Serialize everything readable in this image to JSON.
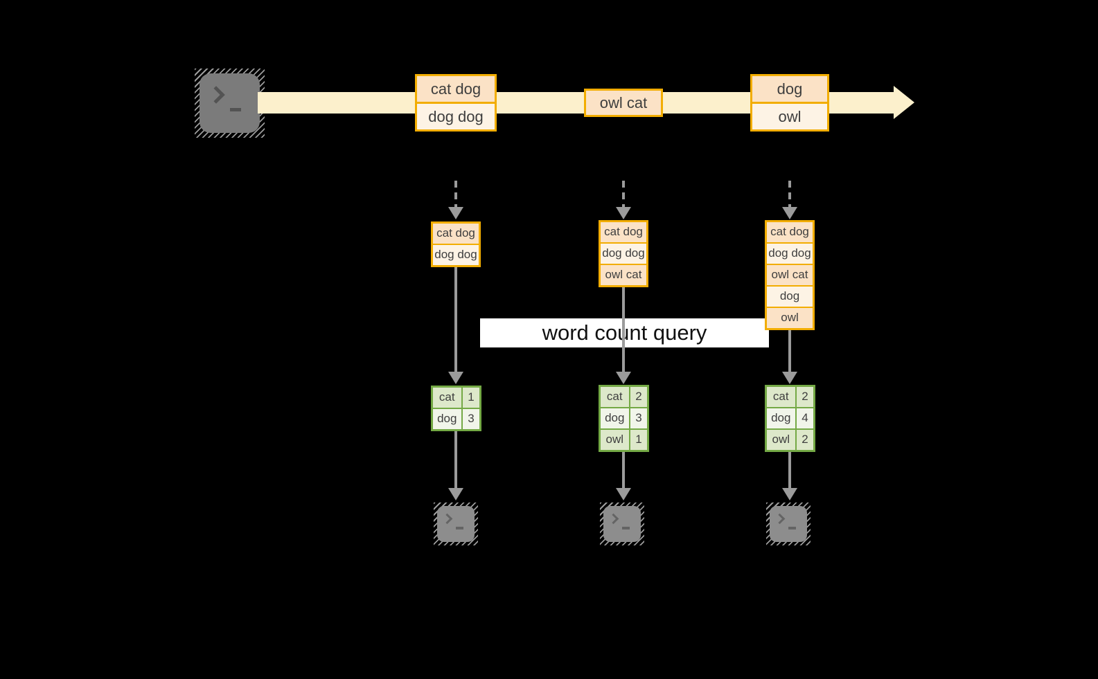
{
  "query_label": "word count query",
  "stream": {
    "source_icon": "terminal-icon",
    "events": [
      {
        "lines": [
          "cat dog",
          "dog dog"
        ]
      },
      {
        "lines": [
          "owl cat"
        ]
      },
      {
        "lines": [
          "dog",
          "owl"
        ]
      }
    ]
  },
  "columns": [
    {
      "buffer": [
        "cat dog",
        "dog dog"
      ],
      "counts": [
        {
          "word": "cat",
          "count": "1"
        },
        {
          "word": "dog",
          "count": "3"
        }
      ],
      "sink_icon": "terminal-icon"
    },
    {
      "buffer": [
        "cat dog",
        "dog dog",
        "owl cat"
      ],
      "counts": [
        {
          "word": "cat",
          "count": "2"
        },
        {
          "word": "dog",
          "count": "3"
        },
        {
          "word": "owl",
          "count": "1"
        }
      ],
      "sink_icon": "terminal-icon"
    },
    {
      "buffer": [
        "cat dog",
        "dog dog",
        "owl cat",
        "dog",
        "owl"
      ],
      "counts": [
        {
          "word": "cat",
          "count": "2"
        },
        {
          "word": "dog",
          "count": "4"
        },
        {
          "word": "owl",
          "count": "2"
        }
      ],
      "sink_icon": "terminal-icon"
    }
  ],
  "colors": {
    "background": "#000000",
    "band": "#fcf0cc",
    "event_border": "#f2ad00",
    "event_fill_dark": "#fbe2c6",
    "event_fill_light": "#fdf3e5",
    "table_border": "#74a945",
    "table_fill_dark": "#dde8ca",
    "table_fill_light": "#f1f5ea",
    "connector_gray": "#9b9b9b",
    "terminal_gray": "#7b7b7b",
    "query_background": "#ffffff",
    "text": "#3e3e3e"
  }
}
